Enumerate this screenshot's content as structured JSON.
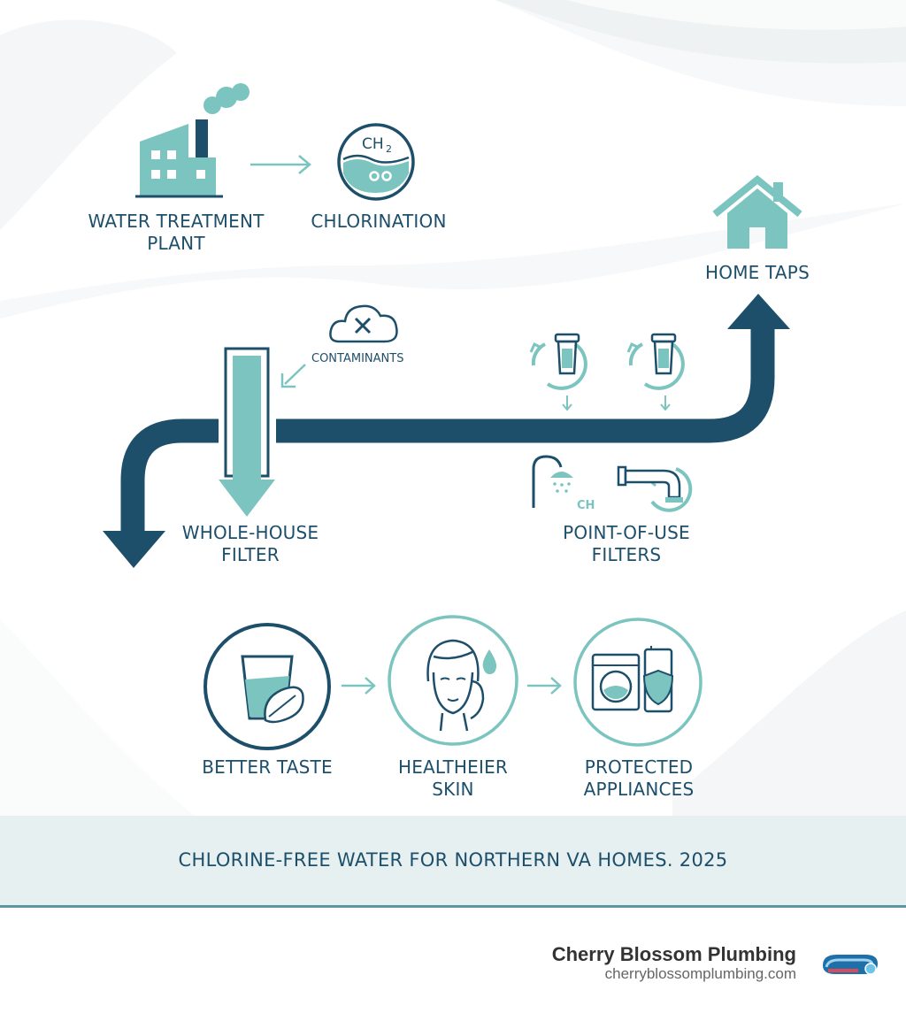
{
  "steps": {
    "treatment_plant": "WATER TREATMENT\nPLANT",
    "chlorination": "CHLORINATION",
    "home_taps": "HOME TAPS",
    "contaminants": "CONTAMINANTS",
    "whole_house_filter": "WHOLE-HOUSE\nFILTER",
    "point_of_use_filters": "POINT-OF-USE\nFILTERS"
  },
  "icon_text": {
    "chlorine_formula": "CH",
    "chlorine_subscript": "2",
    "shower_chemical": "CH"
  },
  "benefits": [
    {
      "label": "BETTER TASTE",
      "icon": "water-glass-leaf-icon"
    },
    {
      "label": "HEALTHEIER\nSKIN",
      "icon": "face-droplet-icon"
    },
    {
      "label": "PROTECTED\nAPPLIANCES",
      "icon": "appliances-shield-icon"
    }
  ],
  "banner": {
    "text": "CHLORINE-FREE WATER FOR NORTHERN VA HOMES. 2025"
  },
  "brand": {
    "name": "Cherry Blossom Plumbing",
    "url": "cherryblossomplumbing.com",
    "logo_icon": "cherry-blossom-logo-icon"
  },
  "colors": {
    "navy": "#1d4f6b",
    "teal": "#7cc4bf",
    "teal_light": "#a9d9d4",
    "banner_bg": "#e6f0f1",
    "banner_line": "#5b98a6"
  }
}
